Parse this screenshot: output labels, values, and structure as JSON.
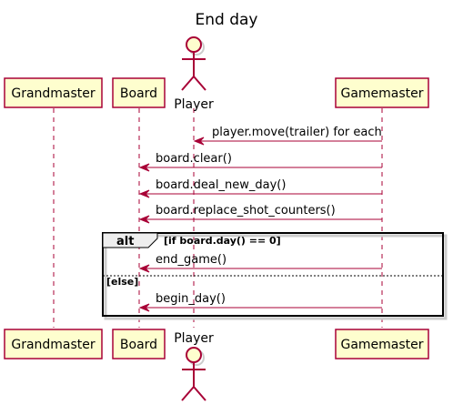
{
  "title": "End day",
  "participants": {
    "grandmaster": "Grandmaster",
    "board": "Board",
    "player": "Player",
    "gamemaster": "Gamemaster"
  },
  "messages": [
    {
      "from": "Gamemaster",
      "to": "Player",
      "label": "player.move(trailer) for each"
    },
    {
      "from": "Gamemaster",
      "to": "Board",
      "label": "board.clear()"
    },
    {
      "from": "Gamemaster",
      "to": "Board",
      "label": "board.deal_new_day()"
    },
    {
      "from": "Gamemaster",
      "to": "Board",
      "label": "board.replace_shot_counters()"
    },
    {
      "from": "Gamemaster",
      "to": "Board",
      "label": "end_game()"
    },
    {
      "from": "Gamemaster",
      "to": "Board",
      "label": "begin_day()"
    }
  ],
  "alt_fragment": {
    "keyword": "alt",
    "if_guard": "[if board.day() == 0]",
    "else_guard": "[else]"
  },
  "colors": {
    "participant_fill": "#FEFECE",
    "line": "#A80036",
    "frame_tab": "#EEEEEE"
  }
}
